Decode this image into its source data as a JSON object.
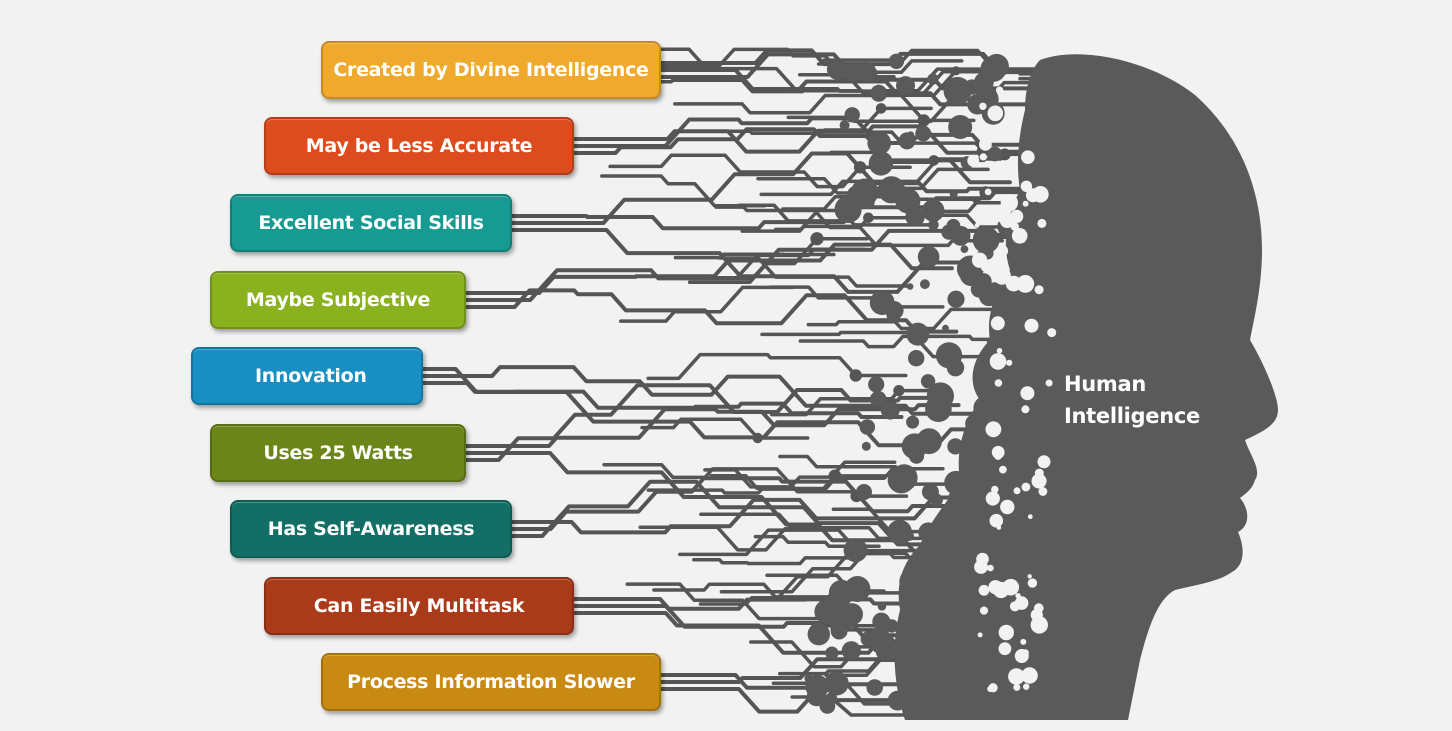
{
  "diagram": {
    "center_label_line1": "Human",
    "center_label_line2": "Intelligence",
    "head_color": "#5a5a5a",
    "trace_color": "#555555",
    "background": "#f2f2f2",
    "labels": [
      {
        "text": "Created by Divine Intelligence",
        "color": "#efa92c"
      },
      {
        "text": "May be Less Accurate",
        "color": "#dc4c1e"
      },
      {
        "text": "Excellent Social Skills",
        "color": "#179a92"
      },
      {
        "text": "Maybe Subjective",
        "color": "#8ab11e"
      },
      {
        "text": "Innovation",
        "color": "#178fc2"
      },
      {
        "text": "Uses 25 Watts",
        "color": "#6b8518"
      },
      {
        "text": "Has Self-Awareness",
        "color": "#136e66"
      },
      {
        "text": "Can Easily Multitask",
        "color": "#a93a1a"
      },
      {
        "text": "Process Information Slower",
        "color": "#c98a14"
      }
    ]
  }
}
